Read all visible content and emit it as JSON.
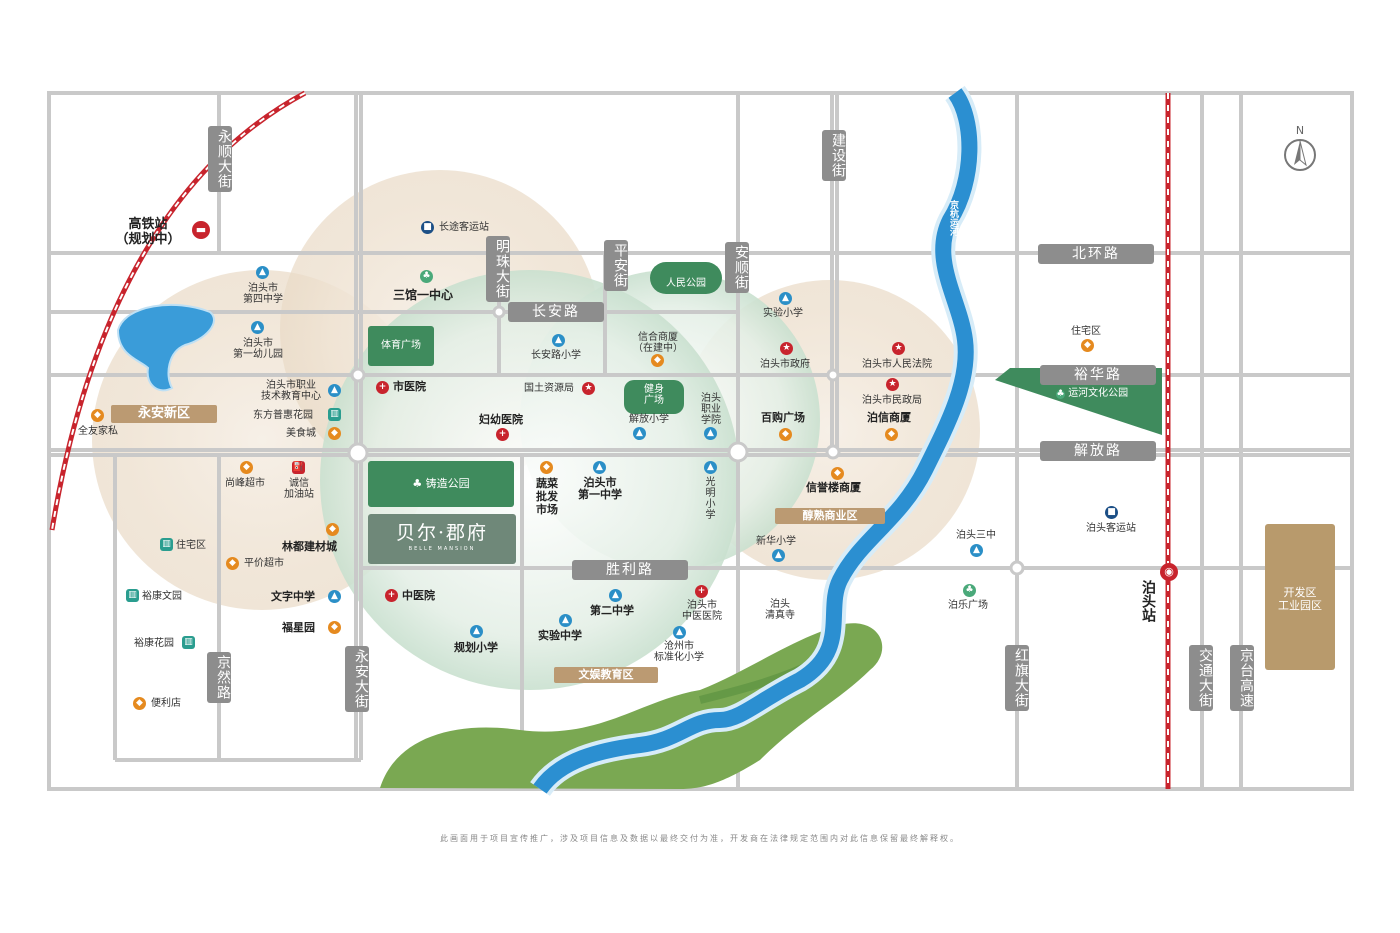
{
  "roads_vertical": {
    "yongshun": "永顺大街",
    "mingzhu": "明珠大街",
    "pingan": "平安街",
    "anshun": "安顺街",
    "jianshe": "建设街",
    "yongan": "永安大街",
    "jingran": "京然路",
    "hongqi": "红旗大街",
    "jiaotong": "交通大街",
    "jingtai": "京台高速"
  },
  "roads_horizontal": {
    "beihuan": "北环路",
    "changan": "长安路",
    "yuhua": "裕华路",
    "jiefang": "解放路",
    "shengli": "胜利路"
  },
  "river": "京杭运河",
  "stations": {
    "hsr": "高铁站",
    "hsr_note": "（规划中）",
    "botou": "泊头站"
  },
  "zones": {
    "yongan_new": "永安新区",
    "commercial": "醇熟商业区",
    "culture_edu": "文娱教育区",
    "dev_line1": "开发区",
    "dev_line2": "工业园区"
  },
  "parks": {
    "sports_square": "体育广场",
    "people_park": "人民公园",
    "fitness1": "健身",
    "fitness2": "广场",
    "zhuzao": "铸造公园",
    "canal_park": "运河文化公园",
    "bole_square": "泊乐广场"
  },
  "project": {
    "name": "贝尔·郡府",
    "sub": "BELLE MANSION"
  },
  "pois": {
    "long_bus": "长途客运站",
    "sanguan": "三馆一中心",
    "no4_school": "泊头市\n第四中学",
    "kinder": "泊头市\n第一幼儿园",
    "vocational": "泊头市职业\n技术教育中心",
    "dongfang": "东方普惠花园",
    "food_city": "美食城",
    "quanyou": "全友家私",
    "city_hospital": "市医院",
    "land_bureau": "国土资源局",
    "maternity": "妇幼医院",
    "changan_school": "长安路小学",
    "xinhe": "信合商厦\n（在建中）",
    "jiefang_school": "解放小学",
    "vocational_college": "泊头\n职业\n学院",
    "shiyan_primary": "实验小学",
    "gov": "泊头市政府",
    "court": "泊头市人民法院",
    "civil": "泊头市民政局",
    "baigou": "百购广场",
    "boxin": "泊信商厦",
    "residential_ne": "住宅区",
    "xinyu": "信誉楼商厦",
    "shangfeng": "尚峰超市",
    "chengxin": "诚信\n加油站",
    "vegetable": "蔬菜\n批发\n市场",
    "no1_school": "泊头市\n第一中学",
    "guangming": "光\n明\n小\n学",
    "xinhua": "新华小学",
    "residential_w": "住宅区",
    "linda": "林都建材城",
    "pingjia": "平价超市",
    "yukang_wen": "裕康文园",
    "wenzi": "文字中学",
    "fuxing": "福星园",
    "yukang_hua": "裕康花园",
    "convenience": "便利店",
    "tcm_west": "中医院",
    "guihua": "规划小学",
    "shiyan_middle": "实验中学",
    "no2_middle": "第二中学",
    "tcm_east": "泊头市\n中医医院",
    "cangzhou_std": "沧州市\n标准化小学",
    "mosque": "泊头\n清真寺",
    "no3_school": "泊头三中",
    "botou_bus": "泊头客运站"
  },
  "compass": "N",
  "disclaimer": "此画面用于项目宣传推广，涉及项目信息及数据以最终交付为准，开发商在法律规定范围内对此信息保留最终解释权。",
  "colors": {
    "road": "#c9c9c9",
    "road_label": "#8d8d8d",
    "river": "#2b8fd1",
    "rail": "#c8242d",
    "park": "#3f8b5d",
    "zone": "#bb9a72"
  }
}
